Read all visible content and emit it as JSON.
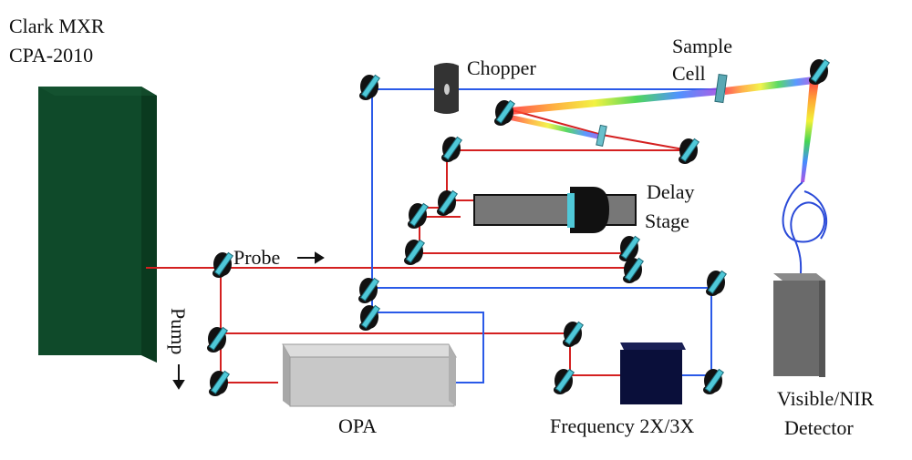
{
  "labels": {
    "laser_line1": "Clark MXR",
    "laser_line2": "CPA-2010",
    "chopper": "Chopper",
    "sample_line1": "Sample",
    "sample_line2": "Cell",
    "delay_line1": "Delay",
    "delay_line2": "Stage",
    "probe": "Probe",
    "pump": "Pump",
    "opa": "OPA",
    "frequency": "Frequency 2X/3X",
    "detector_line1": "Visible/NIR",
    "detector_line2": "Detector"
  },
  "colors": {
    "red_beam": "#d42020",
    "blue_beam": "#2a5ae8",
    "laser_body": "#0f4a2a",
    "mirror_mount": "#111111",
    "mirror_face": "#4fc8d8",
    "opa_body": "#c8c8c8",
    "doubler_body": "#0a0f3a",
    "detector_body": "#6a6a6a"
  }
}
